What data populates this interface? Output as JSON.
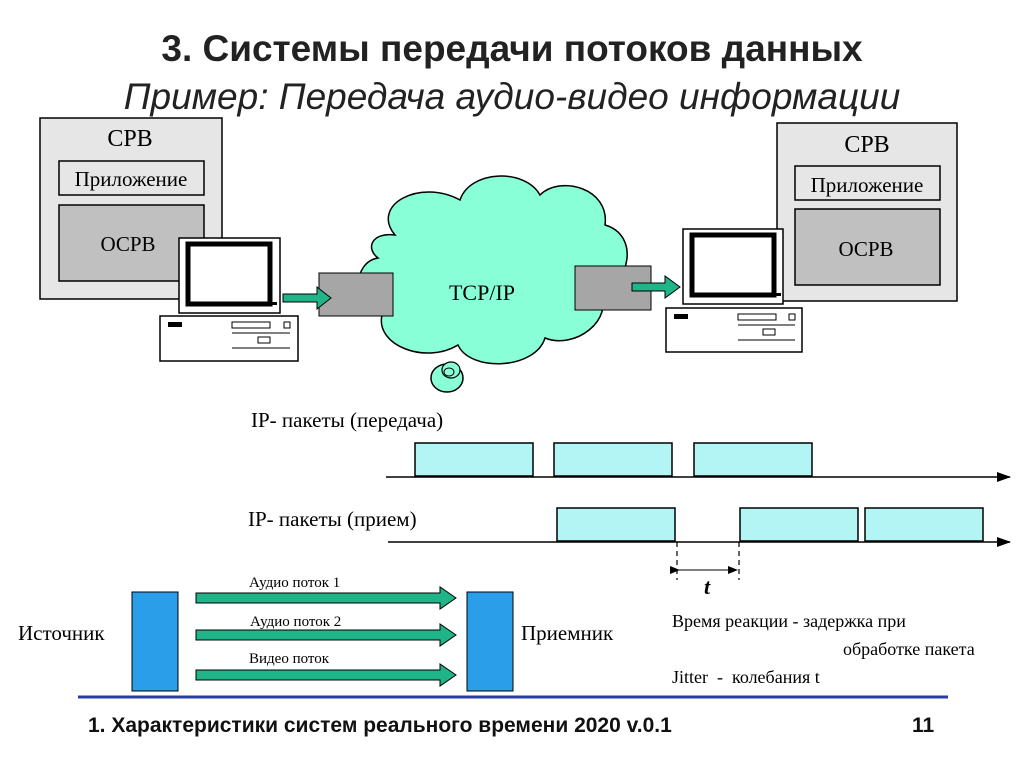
{
  "title": "3. Системы передачи потоков данных",
  "subtitle": "Пример: Передача аудио-видео информации",
  "left_system": {
    "label": "СРВ",
    "app": "Приложение",
    "os": "ОСРВ"
  },
  "right_system": {
    "label": "СРВ",
    "app": "Приложение",
    "os": "ОСРВ"
  },
  "network": "TCP/IP",
  "tx_label": "IP- пакеты (передача)",
  "rx_label": "IP- пакеты (прием)",
  "delay_symbol": "t",
  "source_label": "Источник",
  "receiver_label": "Приемник",
  "streams": [
    "Аудио поток 1",
    "Аудио поток 2",
    "Видео поток"
  ],
  "reaction_line1": "Время реакции - задержка при",
  "reaction_line2": "обработке пакета",
  "jitter_line": "Jitter  -  колебания t",
  "footer": "1. Характеристики систем реального времени  2020 v.0.1",
  "page_number": "11",
  "colors": {
    "packet_fill": "#b3f4f4",
    "cloud_fill": "#88ffd6",
    "arrow_green": "#1fb589",
    "block_blue": "#2a9ee8",
    "system_gray": "#e6e6e6",
    "os_gray": "#c0c0c0",
    "rule_blue": "#2a3ca8"
  }
}
